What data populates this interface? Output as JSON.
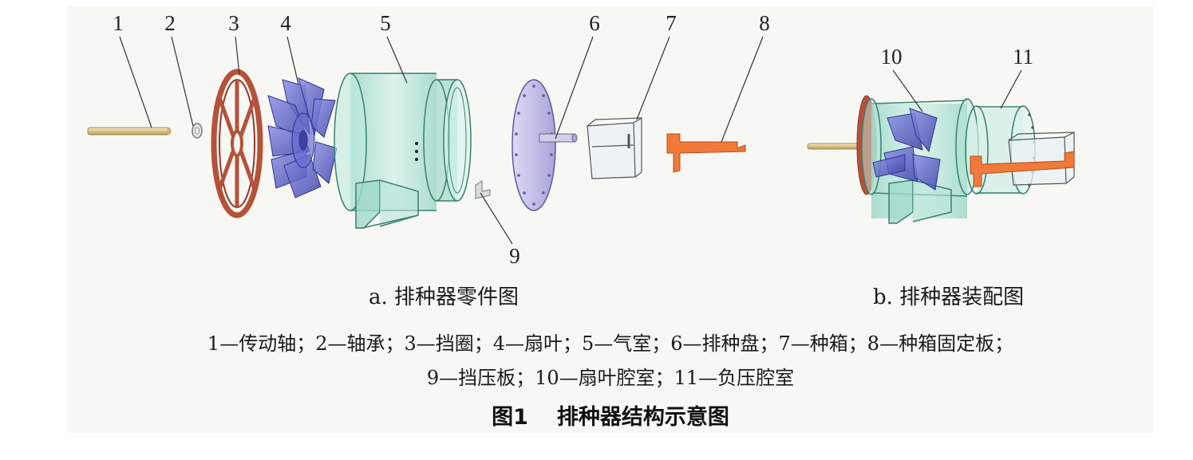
{
  "part_labels": [
    "1",
    "2",
    "3",
    "4",
    "5",
    "6",
    "7",
    "8",
    "9",
    "10",
    "11"
  ],
  "caption_a": "a. 排种器零件图",
  "caption_b": "b. 排种器装配图",
  "legend_line1": "1—传动轴；2—轴承；3—挡圈；4—扇叶；5—气室；6—排种盘；7—种箱；8—种箱固定板；",
  "legend_line2": "9—挡压板；10—扇叶腔室；11—负压腔室",
  "figure_number": "图1",
  "figure_title": "排种器结构示意图",
  "colors": {
    "background": "#f7f7f4",
    "shaft": "#e9d9a6",
    "ring": "#b5523a",
    "blades": "#5d63c8",
    "air_chamber": "#a9ddd0",
    "plate": "#c5c2e8",
    "fixing_plate": "#f07a3a"
  }
}
